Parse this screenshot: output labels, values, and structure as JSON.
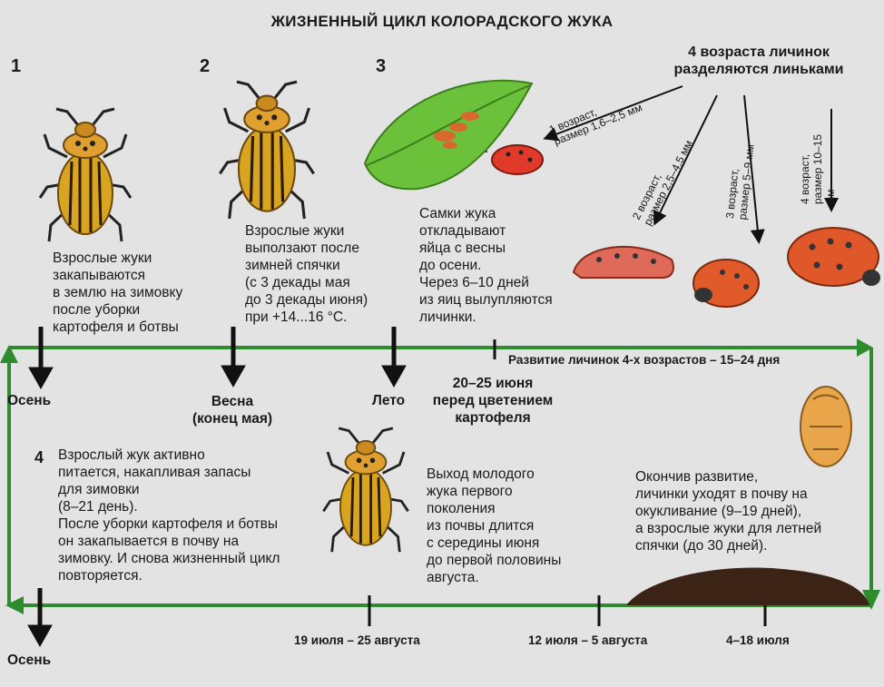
{
  "title": "ЖИЗНЕННЫЙ ЦИКЛ КОЛОРАДСКОГО ЖУКА",
  "larvae_header": "4 возраста личинок\nразделяются линьками",
  "instars": [
    "1 возраст,\nразмер 1,6–2,5 мм",
    "2 возраст,\nразмер 2,5–4,5 мм",
    "3 возраст,\nразмер 5–9 мм",
    "4 возраст,\nразмер 10–15 мм"
  ],
  "stages": [
    {
      "number": "1",
      "text": "Взрослые жуки\nзакапываются\nв землю на зимовку\nпосле уборки\nкартофеля и ботвы"
    },
    {
      "number": "2",
      "text": "Взрослые жуки\nвыползают после\nзимней спячки\n(с 3 декады мая\nдо 3 декады июня)\nпри +14...16 °С."
    },
    {
      "number": "3",
      "text": "Самки жука\nоткладывают\nяйца с весны\nдо осени.\nЧерез 6–10 дней\nиз яиц вылупляются\nличинки."
    },
    {
      "number": "4",
      "text": "Взрослый жук активно\nпитается, накапливая запасы\nдля зимовки\n(8–21 день).\nПосле уборки картофеля и ботвы\nон закапывается в почву на\nзимовку. И снова жизненный цикл\nповторяется."
    }
  ],
  "timeline": {
    "autumn": "Осень",
    "spring": "Весна\n(конец мая)",
    "summer": "Лето",
    "june": "20–25 июня\nперед цветением\nкартофеля",
    "larvae_dev": "Развитие личинок 4-х возрастов – 15–24 дня",
    "autumn_end": "Осень",
    "date1": "19 июля – 25 августа",
    "date2": "12 июля – 5 августа",
    "date3": "4–18 июля"
  },
  "emergence_text": "Выход молодого\nжука первого\nпоколения\nиз почвы длится\nс середины июня\nдо первой половины\nавгуста.",
  "pupation_text": "Окончив развитие,\nличинки уходят в почву на\nокукливание (9–19 дней),\nа взрослые жуки для летней\nспячки (до 30 дней).",
  "colors": {
    "line": "#2e8b2e",
    "beetle": "#d9a520",
    "larva": "#e0502a",
    "soil": "#3b2415",
    "leaf": "#6cc13a"
  }
}
